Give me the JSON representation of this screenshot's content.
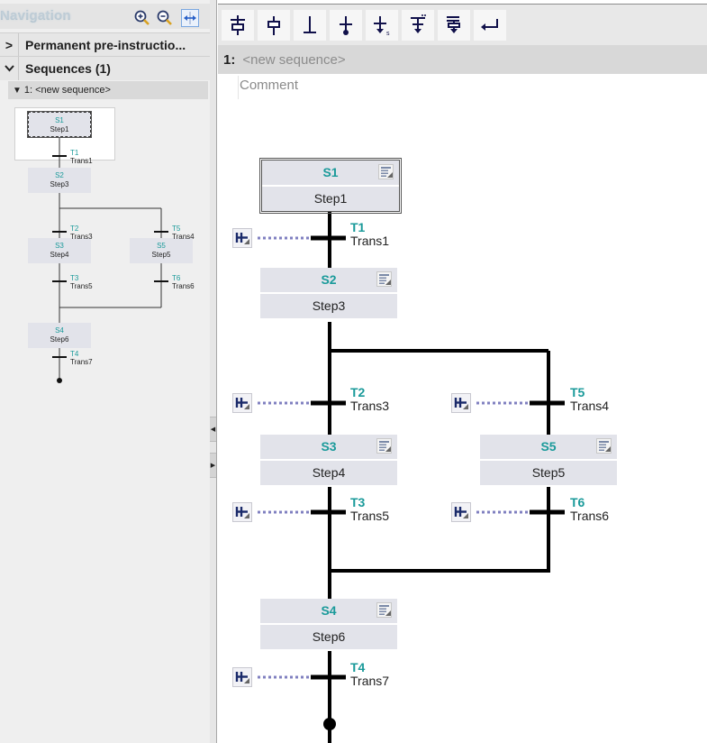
{
  "nav": {
    "title": "Navigation",
    "tools": [
      "zoom-in-icon",
      "zoom-out-icon",
      "fit-width-icon"
    ],
    "rows": [
      {
        "chevron": ">",
        "label": "Permanent pre-instructio..."
      },
      {
        "chevron": "∨",
        "label": "Sequences (1)"
      }
    ],
    "sequence_item": "1: <new sequence>",
    "mini": {
      "steps": [
        {
          "id": "S1",
          "name": "Step1"
        },
        {
          "id": "S2",
          "name": "Step3"
        },
        {
          "id": "S3",
          "name": "Step4"
        },
        {
          "id": "S5",
          "name": "Step5"
        },
        {
          "id": "S4",
          "name": "Step6"
        }
      ],
      "transitions": [
        {
          "id": "T1",
          "name": "Trans1"
        },
        {
          "id": "T2",
          "name": "Trans3"
        },
        {
          "id": "T5",
          "name": "Trans4"
        },
        {
          "id": "T3",
          "name": "Trans5"
        },
        {
          "id": "T6",
          "name": "Trans6"
        },
        {
          "id": "T4",
          "name": "Trans7"
        }
      ]
    }
  },
  "toolbar": {
    "buttons": [
      {
        "icon": "step-and-transition-icon",
        "title": "Insert step and transition"
      },
      {
        "icon": "step-icon",
        "title": "Insert step"
      },
      {
        "icon": "transition-icon",
        "title": "Insert transition"
      },
      {
        "icon": "sequence-end-icon",
        "title": "Sequence end"
      },
      {
        "icon": "jump-icon",
        "title": "Jump to step",
        "sub": "s"
      },
      {
        "icon": "alternative-branch-icon",
        "title": "Open alternative branch"
      },
      {
        "icon": "simultaneous-branch-icon",
        "title": "Open simultaneous branch"
      },
      {
        "icon": "close-branch-icon",
        "title": "Close branch"
      }
    ]
  },
  "sequence": {
    "number": "1:",
    "name": "<new sequence>",
    "comment": "Comment"
  },
  "diagram": {
    "steps": [
      {
        "id": "S1",
        "name": "Step1",
        "selected": true
      },
      {
        "id": "S2",
        "name": "Step3"
      },
      {
        "id": "S3",
        "name": "Step4"
      },
      {
        "id": "S5",
        "name": "Step5"
      },
      {
        "id": "S4",
        "name": "Step6"
      }
    ],
    "transitions": [
      {
        "id": "T1",
        "name": "Trans1"
      },
      {
        "id": "T2",
        "name": "Trans3"
      },
      {
        "id": "T5",
        "name": "Trans4"
      },
      {
        "id": "T3",
        "name": "Trans5"
      },
      {
        "id": "T6",
        "name": "Trans6"
      },
      {
        "id": "T4",
        "name": "Trans7"
      }
    ]
  },
  "colors": {
    "id_text": "#1a9a9a",
    "step_bg": "#e2e3ea",
    "condition_link": "#8080c0"
  }
}
